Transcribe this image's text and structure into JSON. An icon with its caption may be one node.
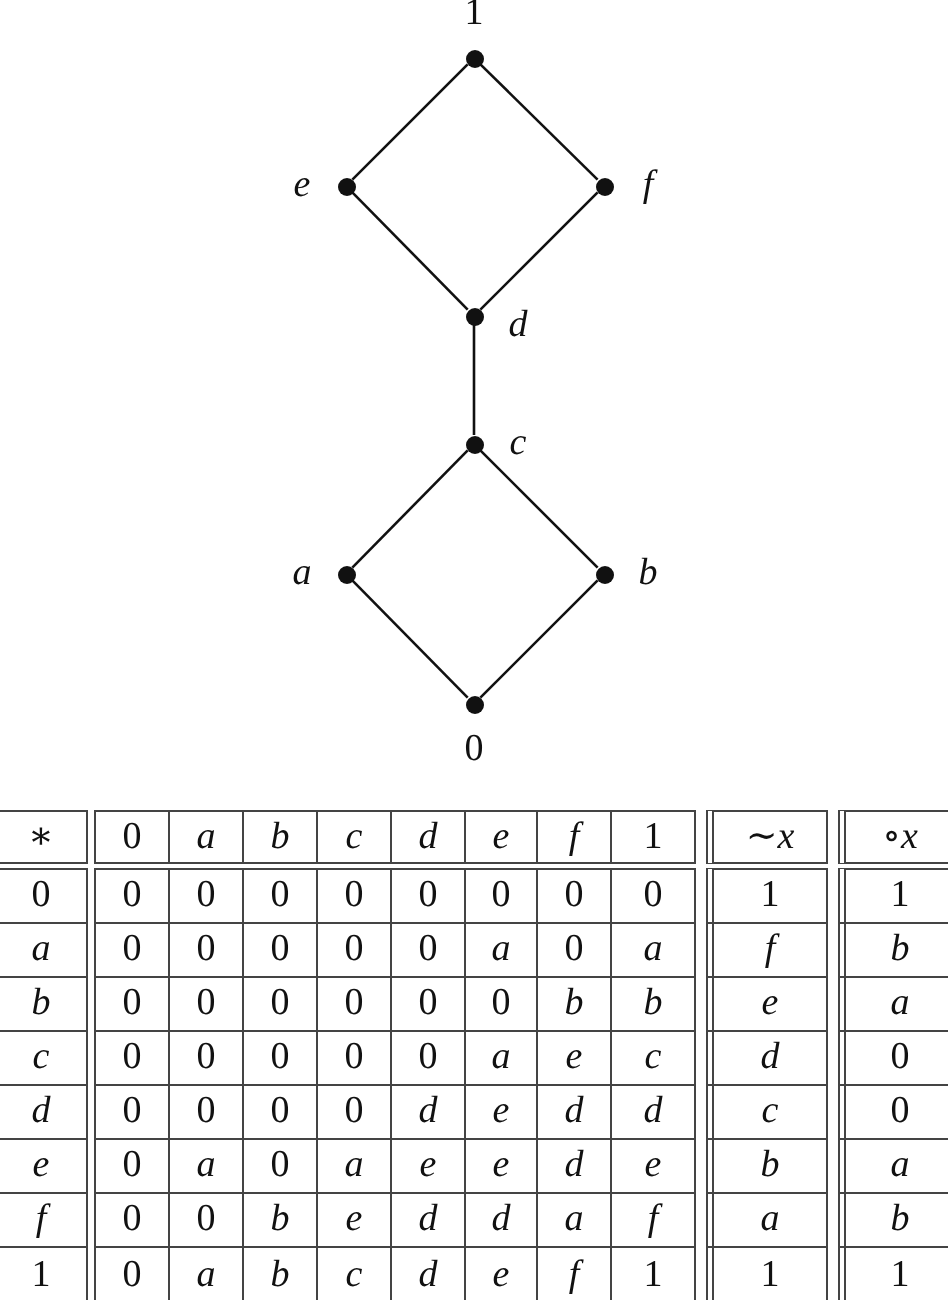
{
  "diagram": {
    "nodes": [
      {
        "text": [],
        "shape": "circle",
        "beside": [
          "1"
        ]
      },
      {
        "text": [],
        "shape": "circle",
        "beside": [
          "e"
        ]
      },
      {
        "text": [],
        "shape": "circle",
        "beside": [
          "f"
        ]
      },
      {
        "text": [],
        "shape": "circle",
        "beside": [
          "d"
        ]
      },
      {
        "text": [],
        "shape": "circle",
        "beside": [
          "c"
        ]
      },
      {
        "text": [],
        "shape": "circle",
        "beside": [
          "a"
        ]
      },
      {
        "text": [],
        "shape": "circle",
        "beside": [
          "b"
        ]
      },
      {
        "text": [],
        "shape": "circle",
        "beside": [
          "0"
        ]
      }
    ],
    "edges": [
      {
        "from": 0,
        "to": 1,
        "arrow": "none"
      },
      {
        "from": 0,
        "to": 2,
        "arrow": "none"
      },
      {
        "from": 1,
        "to": 3,
        "arrow": "none"
      },
      {
        "from": 2,
        "to": 3,
        "arrow": "none"
      },
      {
        "from": 3,
        "to": 4,
        "arrow": "none"
      },
      {
        "from": 4,
        "to": 5,
        "arrow": "none"
      },
      {
        "from": 4,
        "to": 6,
        "arrow": "none"
      },
      {
        "from": 5,
        "to": 7,
        "arrow": "none"
      },
      {
        "from": 6,
        "to": 7,
        "arrow": "none"
      }
    ],
    "labels": [
      "∗",
      "0",
      "a",
      "b",
      "c",
      "d",
      "e",
      "f",
      "1",
      "∼*x*",
      "∘*x*",
      "0",
      "0",
      "0",
      "0",
      "0",
      "0",
      "0",
      "0",
      "0",
      "1",
      "1",
      "a",
      "0",
      "0",
      "0",
      "0",
      "0",
      "a",
      "0",
      "a",
      "f",
      "b",
      "b",
      "0",
      "0",
      "0",
      "0",
      "0",
      "0",
      "b",
      "b",
      "e",
      "a",
      "c",
      "0",
      "0",
      "0",
      "0",
      "0",
      "a",
      "e",
      "c",
      "d",
      "0",
      "d",
      "0",
      "0",
      "0",
      "0",
      "d",
      "e",
      "d",
      "d",
      "c",
      "0",
      "e",
      "0",
      "a",
      "0",
      "a",
      "e",
      "e",
      "d",
      "e",
      "b",
      "a",
      "f",
      "0",
      "0",
      "b",
      "e",
      "d",
      "d",
      "a",
      "f",
      "a",
      "b",
      "1",
      "0",
      "a",
      "b",
      "c",
      "d",
      "e",
      "f",
      "1",
      "1",
      "1"
    ]
  }
}
